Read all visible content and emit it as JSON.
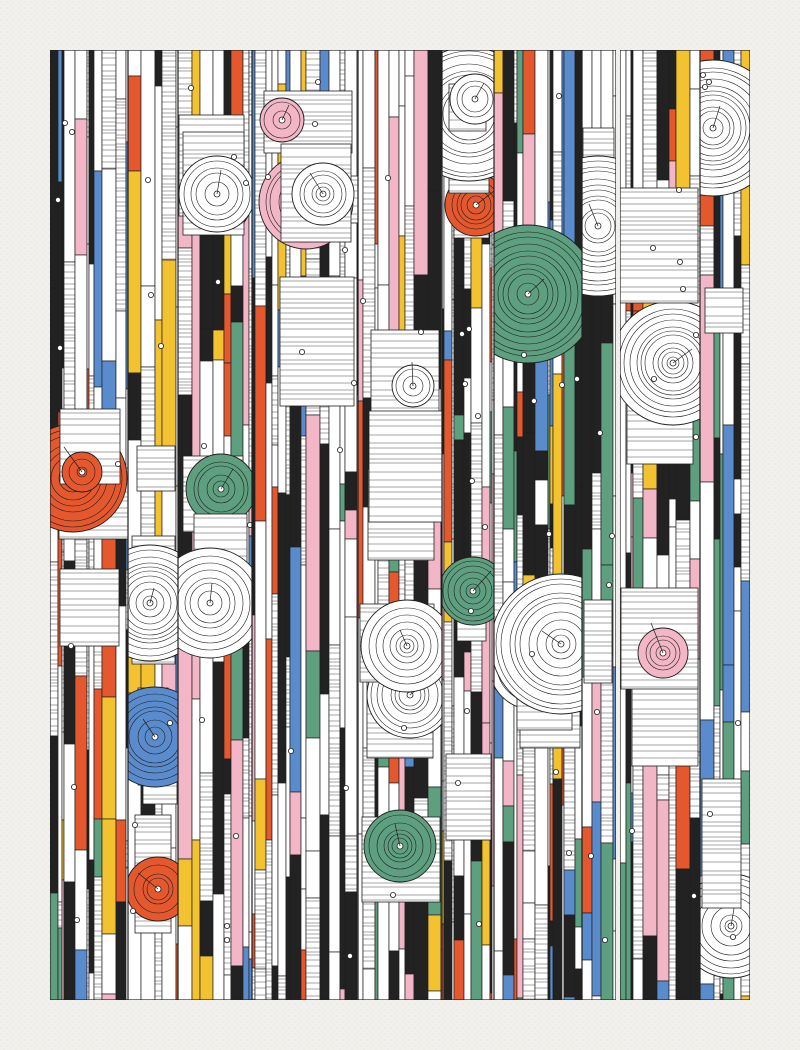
{
  "artwork": {
    "type": "generative-abstract-composition",
    "palette": {
      "paper": "#f1f0ec",
      "panel": "#ffffff",
      "ink": "#1e1e1e",
      "black": "#222222",
      "green": "#5e9f80",
      "orange": "#e5582e",
      "pink": "#f2b6c6",
      "blue": "#5a8ccd",
      "yellow": "#f2c230"
    },
    "stripe_weights": {
      "white": 0.5,
      "black": 0.17,
      "green": 0.06,
      "orange": 0.08,
      "pink": 0.07,
      "blue": 0.07,
      "yellow": 0.05
    },
    "seed": 20240611
  }
}
